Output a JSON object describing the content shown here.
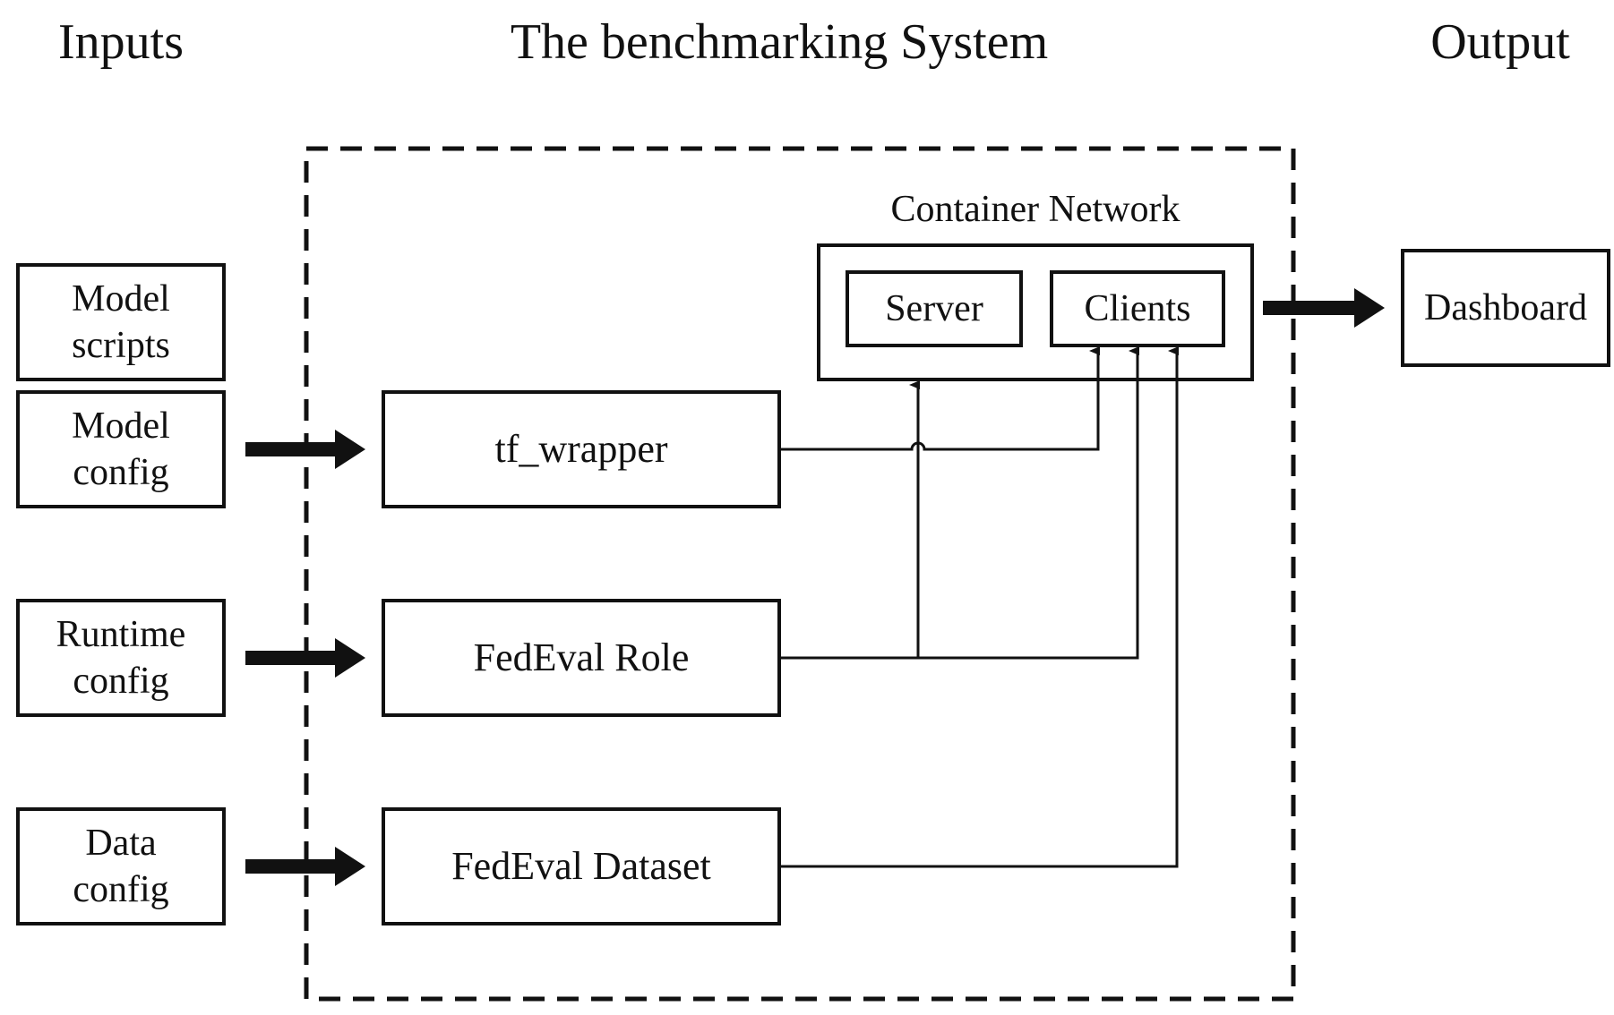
{
  "headings": {
    "inputs": "Inputs",
    "system": "The benchmarking System",
    "output": "Output"
  },
  "inputs": {
    "model_scripts": "Model\nscripts",
    "model_config": "Model\nconfig",
    "runtime_config": "Runtime\nconfig",
    "data_config": "Data\nconfig"
  },
  "system": {
    "tf_wrapper": "tf_wrapper",
    "role": "FedEval Role",
    "dataset": "FedEval Dataset"
  },
  "container_network": {
    "title": "Container Network",
    "server": "Server",
    "clients": "Clients"
  },
  "output": {
    "dashboard": "Dashboard"
  },
  "colors": {
    "stroke": "#111111",
    "background": "#ffffff"
  }
}
